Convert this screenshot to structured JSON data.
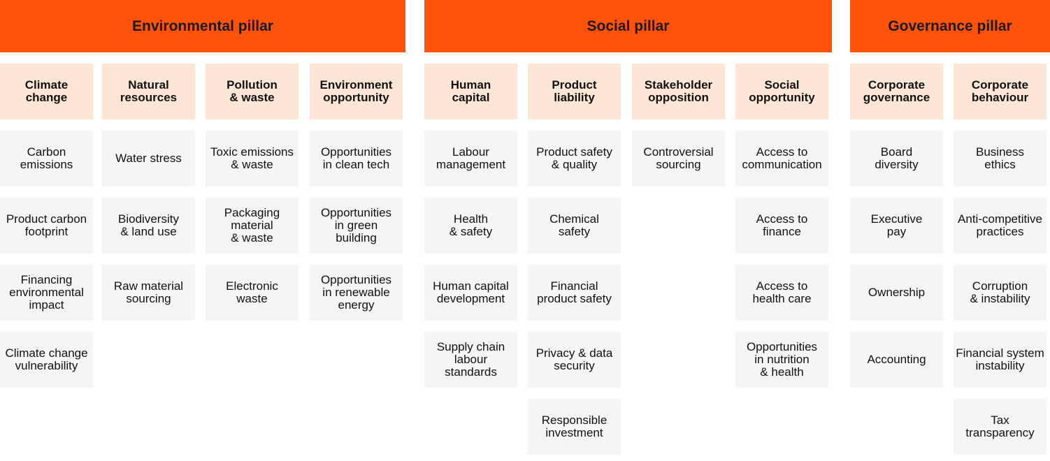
{
  "pillars": [
    {
      "title": "Environmental pillar"
    },
    {
      "title": "Social pillar"
    },
    {
      "title": "Governance pillar"
    }
  ],
  "themes": [
    {
      "title": "Climate\nchange",
      "issues": [
        "Carbon\nemissions",
        "Product carbon\nfootprint",
        "Financing\nenvironmental\nimpact",
        "Climate change\nvulnerability"
      ]
    },
    {
      "title": "Natural\nresources",
      "issues": [
        "Water stress",
        "Biodiversity\n& land use",
        "Raw material\nsourcing"
      ]
    },
    {
      "title": "Pollution\n& waste",
      "issues": [
        "Toxic emissions\n& waste",
        "Packaging\nmaterial\n& waste",
        "Electronic\nwaste"
      ]
    },
    {
      "title": "Environment\nopportunity",
      "issues": [
        "Opportunities\nin clean tech",
        "Opportunities\nin green\nbuilding",
        "Opportunities\nin renewable\nenergy"
      ]
    },
    {
      "title": "Human\ncapital",
      "issues": [
        "Labour\nmanagement",
        "Health\n& safety",
        "Human capital\ndevelopment",
        "Supply chain\nlabour\nstandards"
      ]
    },
    {
      "title": "Product\nliability",
      "issues": [
        "Product safety\n& quality",
        "Chemical\nsafety",
        "Financial\nproduct safety",
        "Privacy & data\nsecurity",
        "Responsible\ninvestment"
      ]
    },
    {
      "title": "Stakeholder\nopposition",
      "issues": [
        "Controversial\nsourcing"
      ]
    },
    {
      "title": "Social\nopportunity",
      "issues": [
        "Access to\ncommunication",
        "Access to\nfinance",
        "Access to\nhealth care",
        "Opportunities\nin nutrition\n& health"
      ]
    },
    {
      "title": "Corporate\ngovernance",
      "issues": [
        "Board\ndiversity",
        "Executive\npay",
        "Ownership",
        "Accounting"
      ]
    },
    {
      "title": "Corporate\nbehaviour",
      "issues": [
        "Business\nethics",
        "Anti-competitive\npractices",
        "Corruption\n& instability",
        "Financial system\ninstability",
        "Tax\ntransparency"
      ]
    }
  ]
}
